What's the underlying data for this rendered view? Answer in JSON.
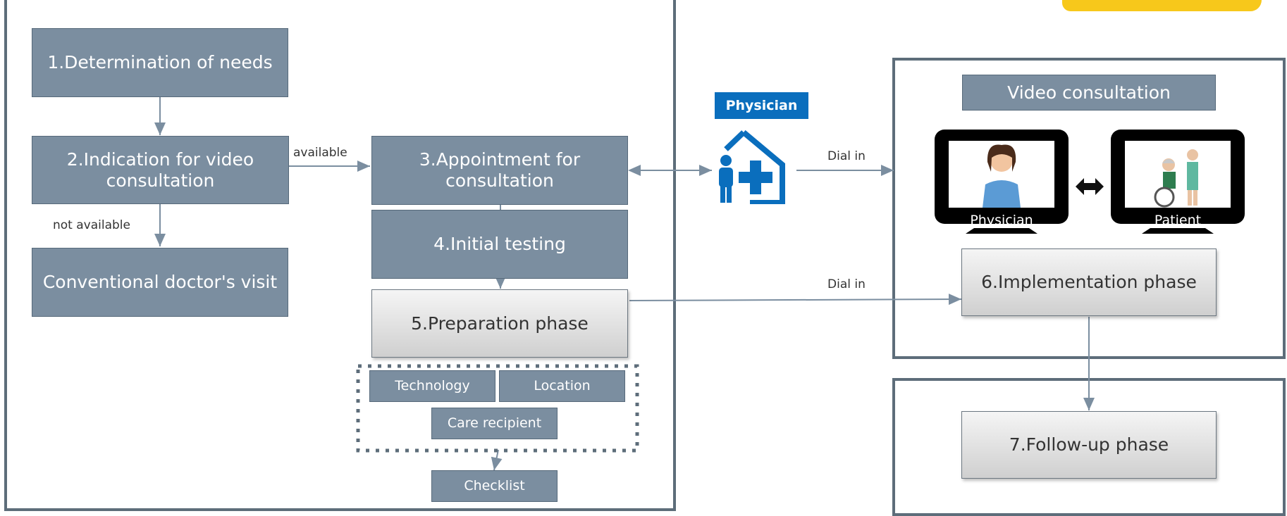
{
  "steps": {
    "s1": "1.Determination of needs",
    "s2": "2.Indication for video consultation",
    "s3": "3.Appointment for consultation",
    "s4": "4.Initial testing",
    "s5": "5.Preparation phase",
    "s6": "6.Implementation phase",
    "s7": "7.Follow-up phase",
    "conventional": "Conventional doctor's visit"
  },
  "prep_items": {
    "technology": "Technology",
    "location": "Location",
    "care_recipient": "Care recipient",
    "checklist": "Checklist"
  },
  "edge_labels": {
    "available": "available",
    "not_available": "not available",
    "dial_in_1": "Dial in",
    "dial_in_2": "Dial in"
  },
  "physician_tag": "Physician",
  "video": {
    "title": "Video consultation",
    "left_label": "Physician",
    "right_label": "Patient"
  },
  "colors": {
    "box_fill": "#7b8ea0",
    "frame": "#5d6d7a",
    "physician_blue": "#0a6ebd",
    "highlight": "#f7c81b"
  }
}
